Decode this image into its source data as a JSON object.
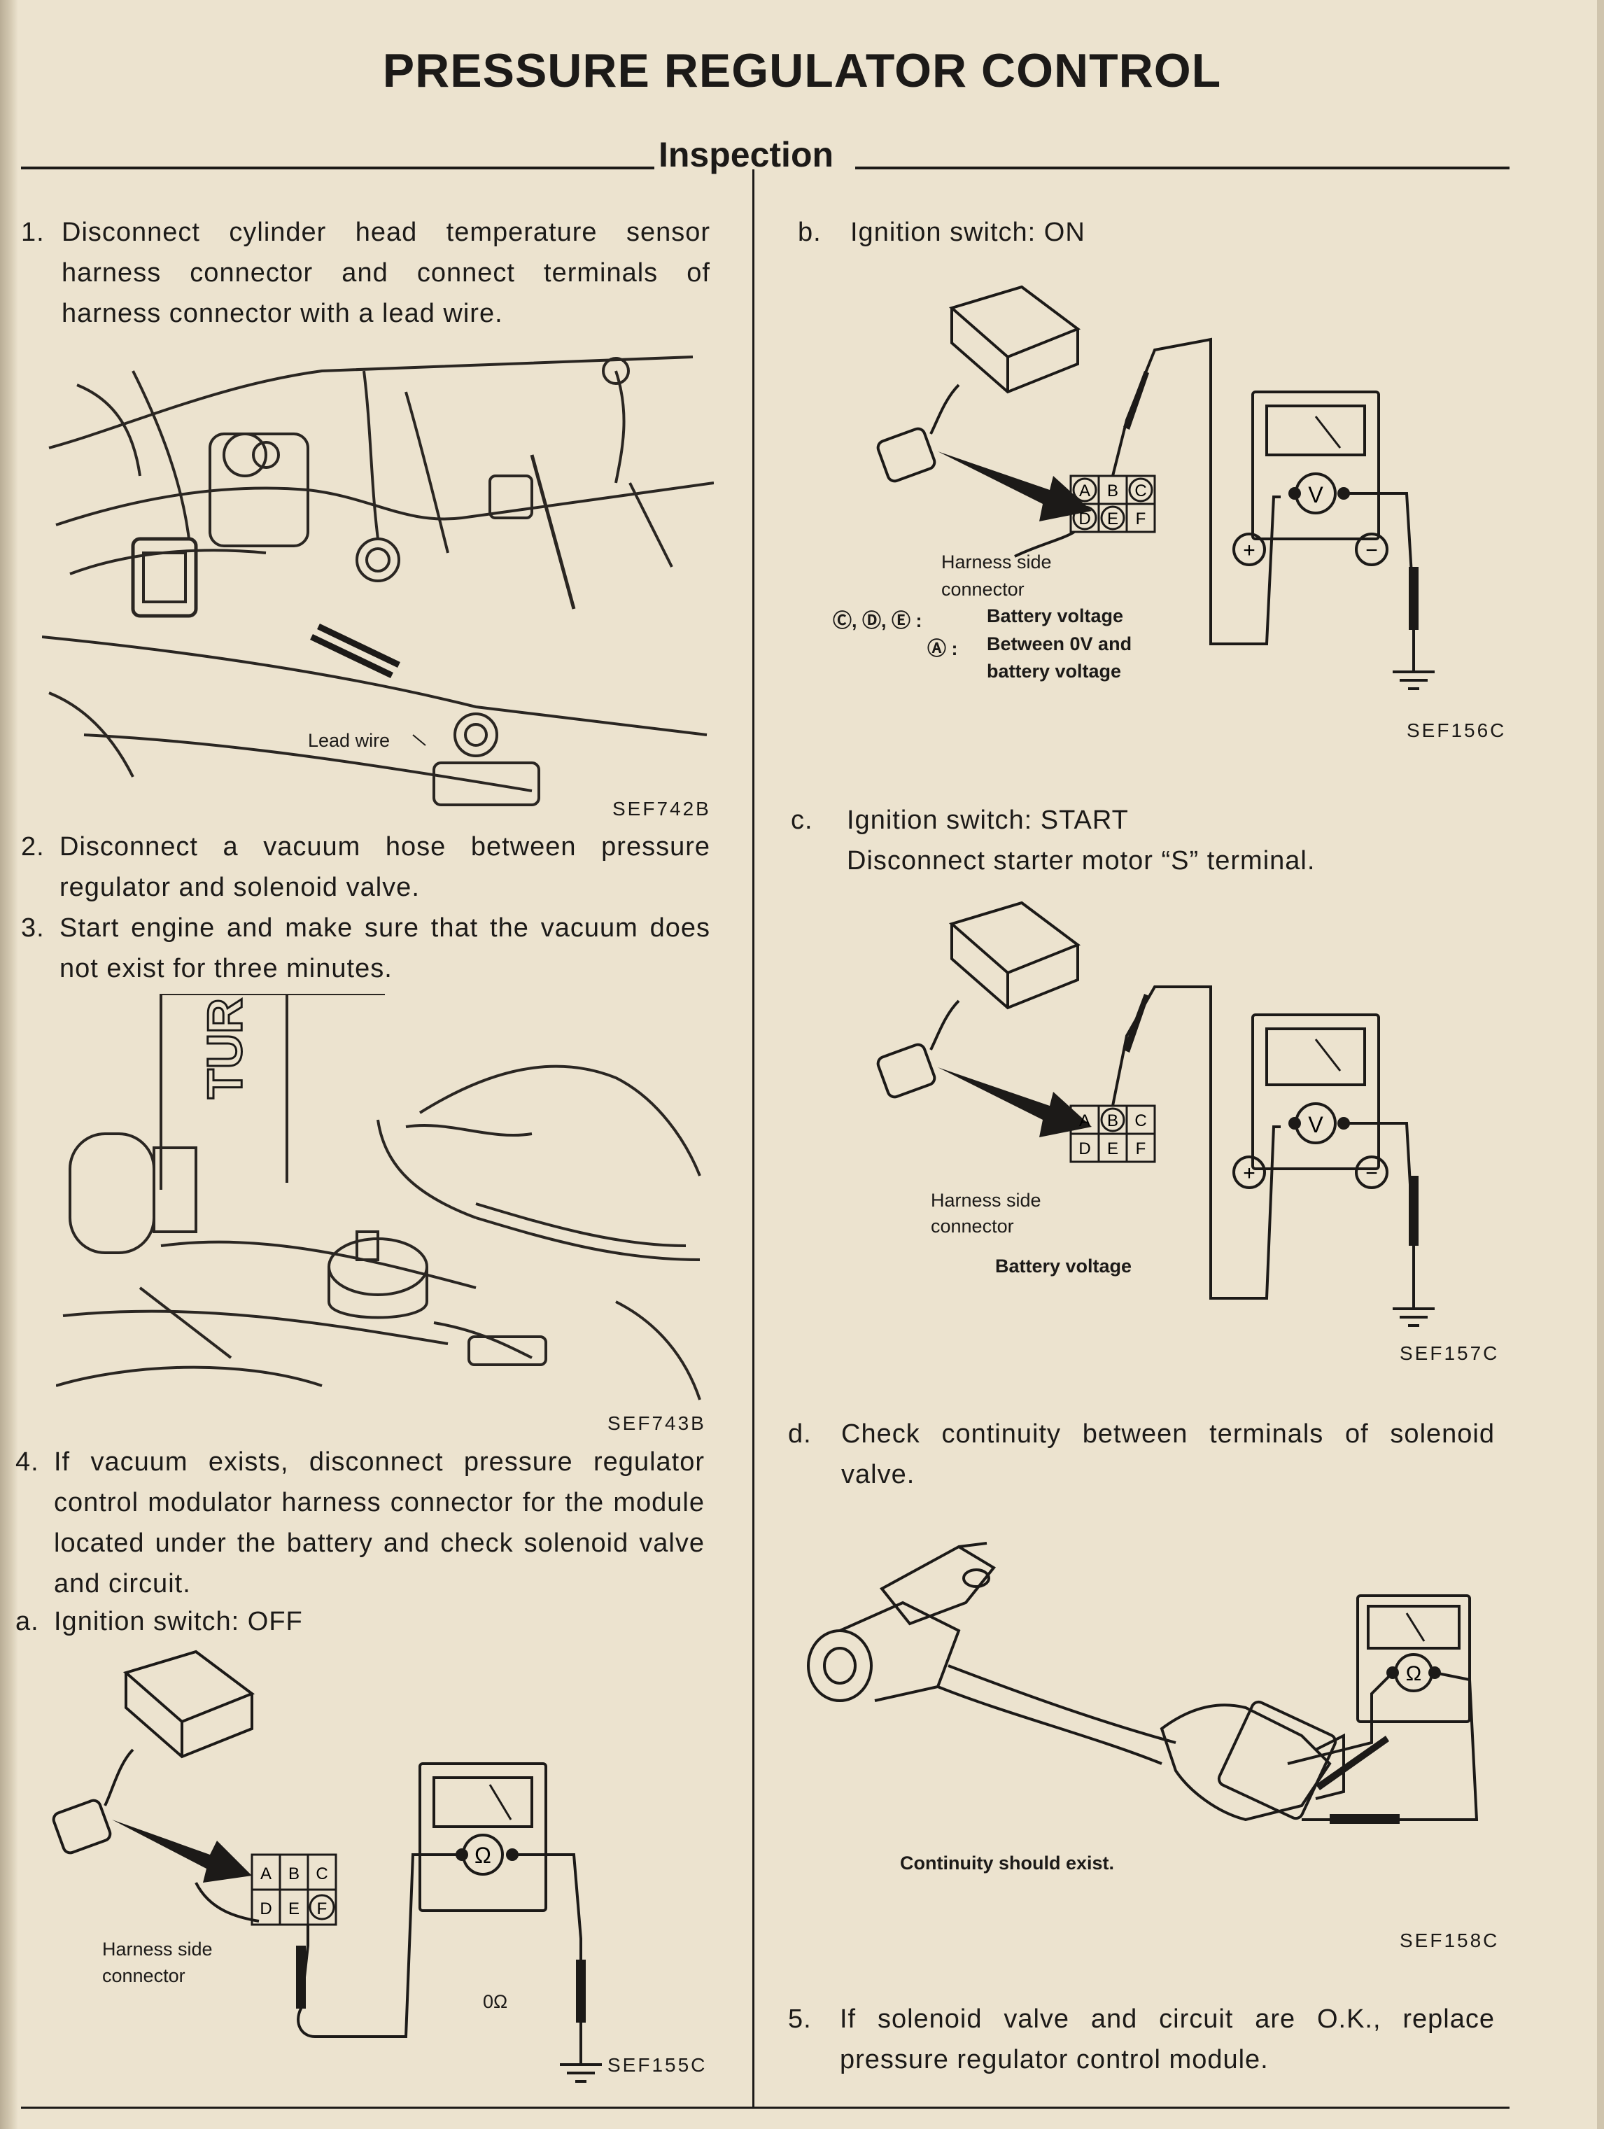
{
  "page_title": "PRESSURE REGULATOR CONTROL",
  "section": "Inspection",
  "left": {
    "step1": {
      "num": "1.",
      "text": "Disconnect cylinder head temperature sensor harness connector and connect terminals of harness connector with a lead wire."
    },
    "fig1": {
      "code": "SEF742B",
      "lead_wire": "Lead wire"
    },
    "step2": {
      "num": "2.",
      "text": "Disconnect a vacuum hose between pressure regulator and solenoid valve."
    },
    "step3": {
      "num": "3.",
      "text": "Start engine and make sure that the vacuum does not exist for three minutes."
    },
    "fig2": {
      "code": "SEF743B",
      "engine_text": "TUR"
    },
    "step4": {
      "num": "4.",
      "text": "If vacuum exists, disconnect pressure regulator control modulator harness connector for the module located under the battery and check solenoid valve and circuit."
    },
    "stepa": {
      "num": "a.",
      "text": "Ignition switch: OFF"
    },
    "fig3": {
      "code": "SEF155C",
      "harness_l1": "Harness side",
      "harness_l2": "connector",
      "reading": "0Ω",
      "pins": [
        "A",
        "B",
        "C",
        "D",
        "E",
        "F"
      ],
      "meter_symbol": "Ω"
    }
  },
  "right": {
    "stepb": {
      "num": "b.",
      "text": "Ignition switch: ON"
    },
    "fig4": {
      "code": "SEF156C",
      "harness_l1": "Harness side",
      "harness_l2": "connector",
      "note1_pins": "Ⓒ, Ⓓ, Ⓔ :",
      "note1": "Battery voltage",
      "note2_pin": "Ⓐ :",
      "note2_l1": "Between 0V and",
      "note2_l2": "battery voltage",
      "pins": [
        "A",
        "B",
        "C",
        "D",
        "E",
        "F"
      ],
      "meter_symbol": "V",
      "plus": "+",
      "minus": "−"
    },
    "stepc": {
      "num": "c.",
      "text1": "Ignition switch: START",
      "text2": "Disconnect starter motor “S” terminal."
    },
    "fig5": {
      "code": "SEF157C",
      "harness_l1": "Harness side",
      "harness_l2": "connector",
      "note": "Battery voltage",
      "pins": [
        "A",
        "B",
        "C",
        "D",
        "E",
        "F"
      ],
      "meter_symbol": "V",
      "plus": "+",
      "minus": "−"
    },
    "stepd": {
      "num": "d.",
      "text": "Check continuity between terminals of solenoid valve."
    },
    "fig6": {
      "code": "SEF158C",
      "note": "Continuity should exist.",
      "meter_symbol": "Ω"
    },
    "step5": {
      "num": "5.",
      "text": "If solenoid valve and circuit are O.K., replace pressure regulator control module."
    }
  },
  "colors": {
    "paper": "#ece3cf",
    "ink": "#1c1a18",
    "bleed": "#c9bfad"
  }
}
